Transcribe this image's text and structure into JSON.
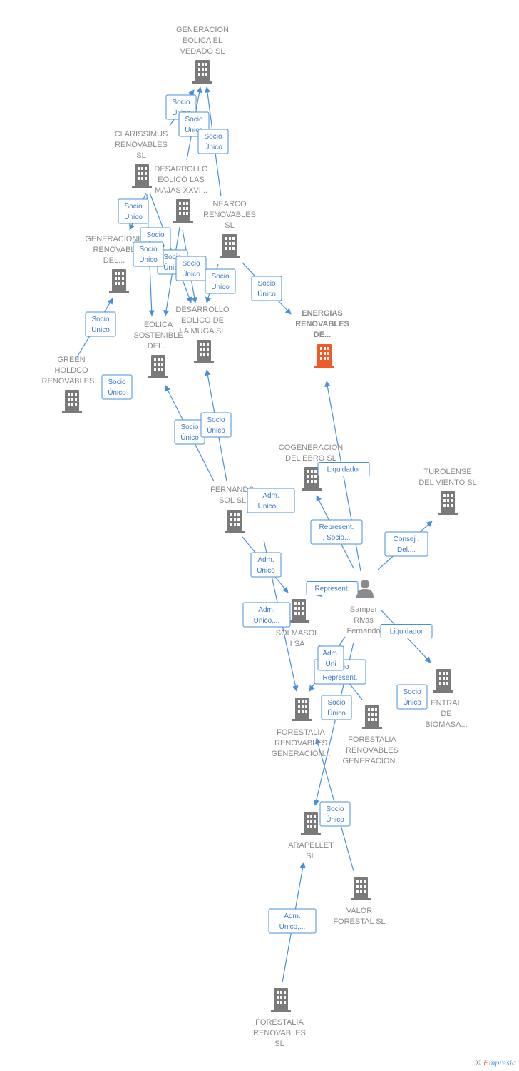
{
  "colors": {
    "company": "#7a7a7a",
    "focus": "#f05a28",
    "person": "#8a8a8a",
    "edge": "#4a90d9",
    "label": "#8a8a8a"
  },
  "nodes": [
    {
      "id": "gen_eolica_vedado",
      "kind": "company",
      "icon": "building-icon",
      "lines": [
        "GENERACION",
        "EOLICA EL",
        "VEDADO SL"
      ]
    },
    {
      "id": "clarissimus",
      "kind": "company",
      "icon": "building-icon",
      "lines": [
        "CLARISSIMUS",
        "RENOVABLES",
        "SL"
      ]
    },
    {
      "id": "desarrollo_majas",
      "kind": "company",
      "icon": "building-icon",
      "lines": [
        "DESARROLLO",
        "EOLICO LAS",
        "MAJAS XXVI..."
      ]
    },
    {
      "id": "nearco",
      "kind": "company",
      "icon": "building-icon",
      "lines": [
        "NEARCO",
        "RENOVABLES",
        "SL"
      ]
    },
    {
      "id": "generacione_renov",
      "kind": "company",
      "icon": "building-icon",
      "lines": [
        "GENERACIONE",
        "RENOVABL",
        "DEL..."
      ]
    },
    {
      "id": "eolica_sostenible",
      "kind": "company",
      "icon": "building-icon",
      "lines": [
        "EOLICA",
        "SOSTENIBLE",
        "DEL..."
      ]
    },
    {
      "id": "desarrollo_muga",
      "kind": "company",
      "icon": "building-icon",
      "lines": [
        "DESARROLLO",
        "EOLICO DE",
        "LA MUGA SL"
      ]
    },
    {
      "id": "energias_renovables",
      "kind": "focus",
      "icon": "building-icon",
      "lines": [
        "ENERGIAS",
        "RENOVABLES",
        "DE..."
      ]
    },
    {
      "id": "green_holdco",
      "kind": "company",
      "icon": "building-icon",
      "lines": [
        "GREEN",
        "HOLDCO",
        "RENOVABLES..."
      ]
    },
    {
      "id": "cogeneracion_ebro",
      "kind": "company",
      "icon": "building-icon",
      "lines": [
        "COGENERACION",
        "DEL EBRO  SL"
      ]
    },
    {
      "id": "turolense",
      "kind": "company",
      "icon": "building-icon",
      "lines": [
        "TUROLENSE",
        "DEL VIENTO SL"
      ]
    },
    {
      "id": "fernando_sol",
      "kind": "company",
      "icon": "building-icon",
      "lines": [
        "FERNANDO",
        "SOL SL"
      ]
    },
    {
      "id": "samper",
      "kind": "person",
      "icon": "person-icon",
      "lines": [
        "Samper",
        "Rivas",
        "Fernando"
      ]
    },
    {
      "id": "solmasol",
      "kind": "company",
      "icon": "building-icon",
      "lines": [
        "SOLMASOL",
        "I SA"
      ]
    },
    {
      "id": "central_biomasa",
      "kind": "company",
      "icon": "building-icon",
      "lines": [
        "ENTRAL",
        "DE",
        "BIOMASA..."
      ]
    },
    {
      "id": "forestalia_gen1",
      "kind": "company",
      "icon": "building-icon",
      "lines": [
        "FORESTALIA",
        "RENOVABLES",
        "GENERACION..."
      ]
    },
    {
      "id": "forestalia_gen2",
      "kind": "company",
      "icon": "building-icon",
      "lines": [
        "FORESTALIA",
        "RENOVABLES",
        "GENERACION..."
      ]
    },
    {
      "id": "arapellet",
      "kind": "company",
      "icon": "building-icon",
      "lines": [
        "ARAPELLET",
        "SL"
      ]
    },
    {
      "id": "valor_forestal",
      "kind": "company",
      "icon": "building-icon",
      "lines": [
        "VALOR",
        "FORESTAL SL"
      ]
    },
    {
      "id": "forestalia_renov",
      "kind": "company",
      "icon": "building-icon",
      "lines": [
        "FORESTALIA",
        "RENOVABLES",
        "SL"
      ]
    }
  ],
  "edges": [
    {
      "from": "clarissimus",
      "to": "gen_eolica_vedado",
      "label": [
        "Socio",
        "Único"
      ]
    },
    {
      "from": "desarrollo_majas",
      "to": "gen_eolica_vedado",
      "label": [
        "Socio",
        "Único"
      ]
    },
    {
      "from": "nearco",
      "to": "gen_eolica_vedado",
      "label": [
        "Socio",
        "Único"
      ]
    },
    {
      "from": "clarissimus",
      "to": "generacione_renov",
      "label": [
        "Socio",
        "Único"
      ]
    },
    {
      "from": "clarissimus",
      "to": "eolica_sostenible",
      "label": [
        "Socio",
        "Único"
      ]
    },
    {
      "from": "desarrollo_majas",
      "to": "eolica_sostenible",
      "label": [
        "Socio",
        "Único"
      ]
    },
    {
      "from": "clarissimus",
      "to": "desarrollo_muga",
      "label": [
        "Socio",
        "Único"
      ]
    },
    {
      "from": "desarrollo_majas",
      "to": "desarrollo_muga",
      "label": [
        "Socio",
        "Único"
      ]
    },
    {
      "from": "nearco",
      "to": "desarrollo_muga",
      "label": [
        "Socio",
        "Único"
      ]
    },
    {
      "from": "nearco",
      "to": "energias_renovables",
      "label": [
        "Socio",
        "Único"
      ]
    },
    {
      "from": "green_holdco",
      "to": "generacione_renov",
      "label": [
        "Socio",
        "Único"
      ]
    },
    {
      "from": "fernando_sol",
      "to": "eolica_sostenible",
      "label": [
        "Socio",
        "Único"
      ]
    },
    {
      "from": "fernando_sol",
      "to": "desarrollo_muga",
      "label": [
        "Socio",
        "Único"
      ]
    },
    {
      "from": "samper",
      "to": "energias_renovables",
      "label": [
        "Liquidador"
      ]
    },
    {
      "from": "samper",
      "to": "cogeneracion_ebro",
      "label": [
        "Represent.",
        ", Socio..."
      ]
    },
    {
      "from": "samper",
      "to": "turolense",
      "label": [
        "Consej .",
        "Del...."
      ]
    },
    {
      "from": "fernando_sol",
      "to": "solmasol",
      "label": [
        "Adm.",
        "Unico"
      ]
    },
    {
      "from": "samper",
      "to": "solmasol",
      "label": [
        "Represent."
      ]
    },
    {
      "from": "samper",
      "to": "central_biomasa",
      "label": [
        "Liquidador"
      ]
    },
    {
      "from": "fernando_sol",
      "to": "forestalia_gen1",
      "label": [
        "Adm.",
        "Unico,..."
      ]
    },
    {
      "from": "samper",
      "to": "forestalia_gen1",
      "label": [
        "Socio",
        "Represent."
      ]
    },
    {
      "from": "forestalia_gen2",
      "to": "forestalia_gen1",
      "label": [
        "Adm.",
        "Uni"
      ]
    },
    {
      "from": "forestalia_gen2",
      "to": "arapellet",
      "label": [
        "Socio",
        "Único"
      ]
    },
    {
      "from": "valor_forestal",
      "to": "forestalia_gen1",
      "label": [
        "Socio",
        "Único"
      ]
    },
    {
      "from": "forestalia_renov",
      "to": "arapellet",
      "label": [
        "Adm.",
        "Unico,..."
      ]
    }
  ],
  "extra_badges": [
    {
      "id": "green_holdco_badge",
      "label": [
        "Socio",
        "Único"
      ]
    },
    {
      "id": "fernando_adm_badge",
      "label": [
        "Adm.",
        "Unico,..."
      ]
    },
    {
      "id": "biomasa_badge",
      "label": [
        "Socio",
        "Único"
      ]
    }
  ],
  "brand": {
    "copyright": "©",
    "initial": "E",
    "rest": "mpresia"
  }
}
